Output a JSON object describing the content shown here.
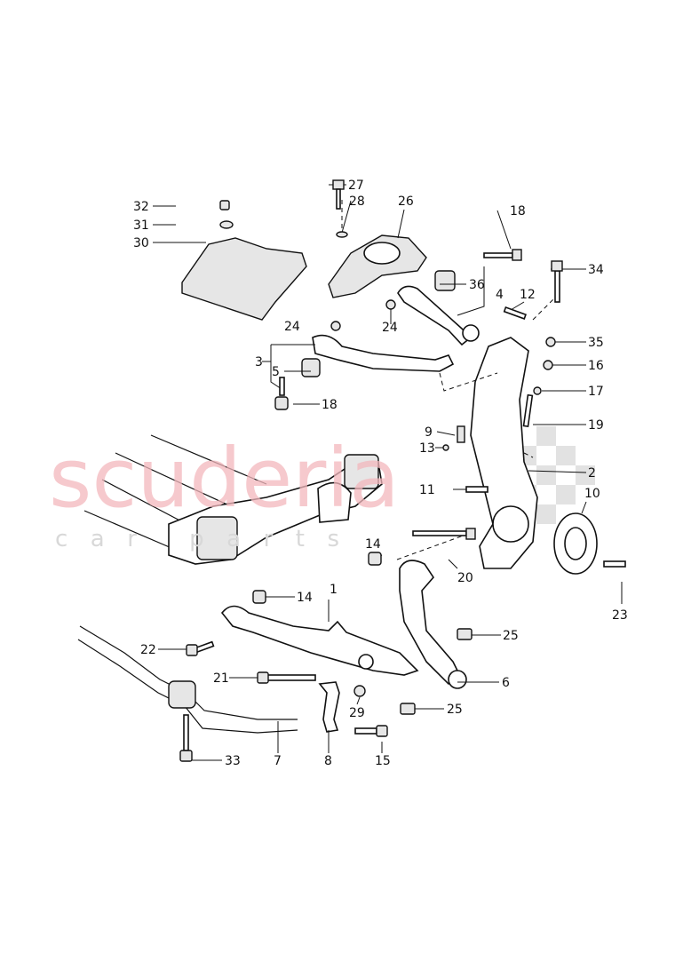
{
  "watermark": {
    "brand": "scuderia",
    "sub": "car parts"
  },
  "callouts": [
    "32",
    "31",
    "30",
    "27",
    "28",
    "26",
    "18",
    "34",
    "36",
    "4",
    "12",
    "24",
    "24",
    "35",
    "3",
    "16",
    "5",
    "18",
    "17",
    "19",
    "9",
    "13",
    "2",
    "11",
    "10",
    "20",
    "14",
    "14",
    "1",
    "23",
    "25",
    "22",
    "21",
    "6",
    "29",
    "25",
    "33",
    "7",
    "8",
    "15"
  ]
}
